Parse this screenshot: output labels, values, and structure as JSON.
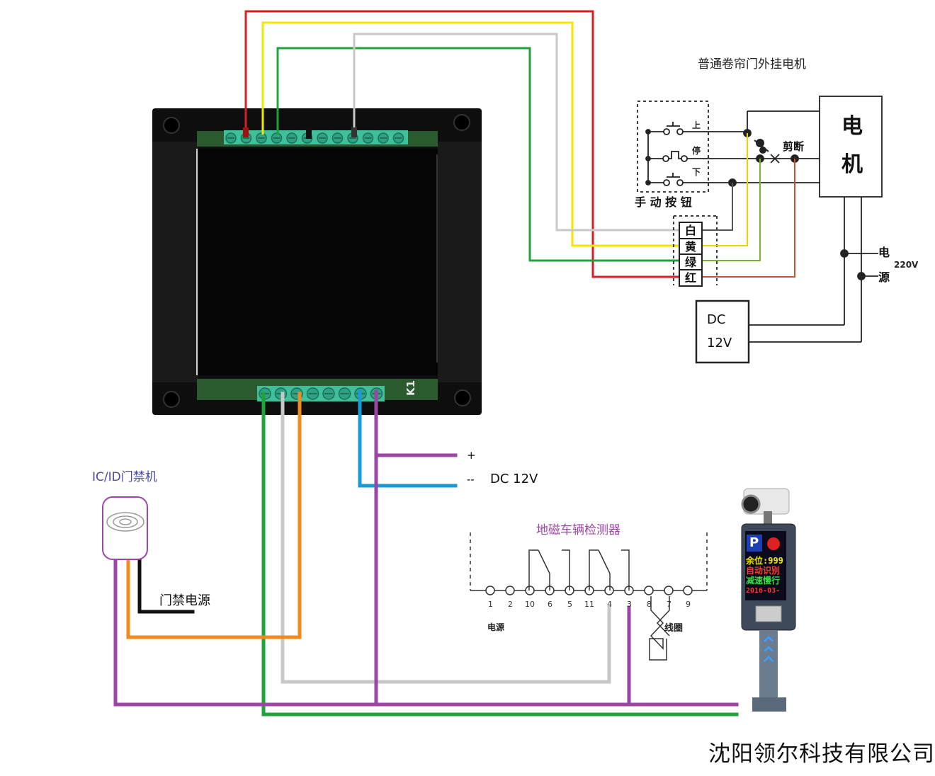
{
  "motor_section": {
    "title": "普通卷帘门外挂电机",
    "button_up": "上",
    "button_stop": "停",
    "button_down": "下",
    "manual_buttons_label": "手 动 按 钮",
    "limit_switch_label": "剪断",
    "motor_char_1": "电",
    "motor_char_2": "机",
    "power_char_1": "电",
    "power_char_2": "源",
    "power_voltage": "220V",
    "terminal_labels": [
      "白",
      "黄",
      "绿",
      "红"
    ],
    "dc_supply_line1": "DC",
    "dc_supply_line2": "12V"
  },
  "controller_board": {
    "relay_tag": "K1"
  },
  "dc_input": {
    "plus_label": "+",
    "minus_label": "--",
    "voltage_label": "DC 12V"
  },
  "access_control": {
    "title": "IC/ID门禁机",
    "power_label": "门禁电源"
  },
  "vehicle_detector": {
    "title": "地磁车辆检测器",
    "pin_numbers": [
      "1",
      "2",
      "10",
      "6",
      "5",
      "11",
      "4",
      "3",
      "8",
      "7",
      "9"
    ],
    "power_label": "电源",
    "coil_label": "线圈"
  },
  "parking_terminal": {
    "p_sign": "P",
    "display_line1": "余位:999",
    "display_line2": "自动识别",
    "display_line3": "减速慢行",
    "display_line4": "2016-03-"
  },
  "company_name": "沈阳领尔科技有限公司",
  "wire_colors": {
    "red": "#d42020",
    "yellow": "#f5e600",
    "green": "#1fa33a",
    "gray": "#c8c8c8",
    "orange": "#f28a22",
    "purple": "#9b45a4",
    "blue": "#1a9ad9",
    "black": "#111111"
  }
}
